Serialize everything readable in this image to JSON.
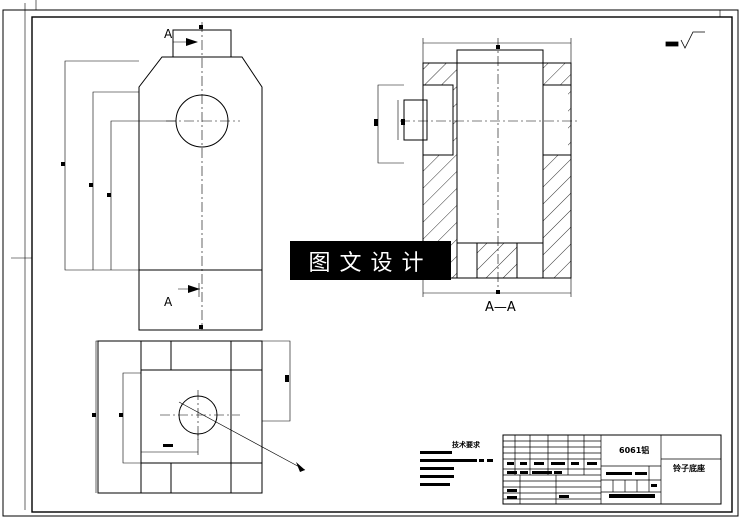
{
  "section_marker": {
    "letter": "A"
  },
  "section_view": {
    "label": "A—A"
  },
  "watermark": {
    "text": "图文设计"
  },
  "tech_requirements": {
    "title": "技术要求"
  },
  "title_block": {
    "material": "6061铝",
    "part_name": "铃子底座"
  },
  "colors": {
    "line": "#000000",
    "background": "#ffffff",
    "watermark_bg": "#000000",
    "watermark_fg": "#ffffff"
  }
}
